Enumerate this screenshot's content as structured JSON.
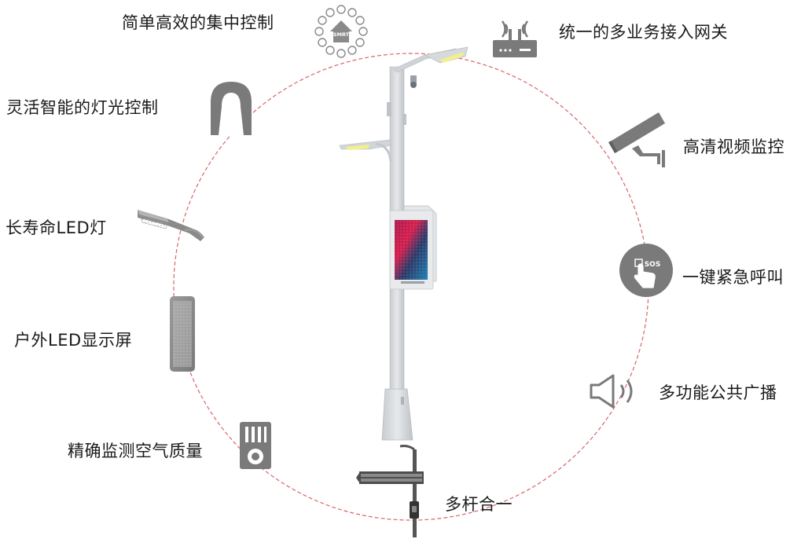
{
  "colors": {
    "icon_gray": "#777777",
    "ring": "#d9646a",
    "pole": "#d5d8dc",
    "screen_red": "#d61f4e",
    "screen_blue": "#1f5f9a",
    "led_yellow": "#f4ef8a"
  },
  "features": [
    {
      "id": "central-control",
      "label": "简单高效的集中控制",
      "icon": "smart-home-icon"
    },
    {
      "id": "gateway",
      "label": "统一的多业务接入网关",
      "icon": "router-icon"
    },
    {
      "id": "lighting-control",
      "label": "灵活智能的灯光控制",
      "icon": "tunnel-icon"
    },
    {
      "id": "video-surveillance",
      "label": "高清视频监控",
      "icon": "camera-icon"
    },
    {
      "id": "led-lamp",
      "label": "长寿命LED灯",
      "icon": "street-lamp-icon"
    },
    {
      "id": "sos-call",
      "label": "一键紧急呼叫",
      "icon": "sos-button-icon"
    },
    {
      "id": "led-display",
      "label": "户外LED显示屏",
      "icon": "display-screen-icon"
    },
    {
      "id": "broadcast",
      "label": "多功能公共广播",
      "icon": "speaker-icon"
    },
    {
      "id": "air-quality",
      "label": "精确监测空气质量",
      "icon": "air-sensor-icon"
    },
    {
      "id": "multi-pole",
      "label": "多杆合一",
      "icon": "signpost-pole-icon"
    }
  ],
  "icon_text": {
    "smart_home": "SMRT",
    "sos": "SOS"
  }
}
